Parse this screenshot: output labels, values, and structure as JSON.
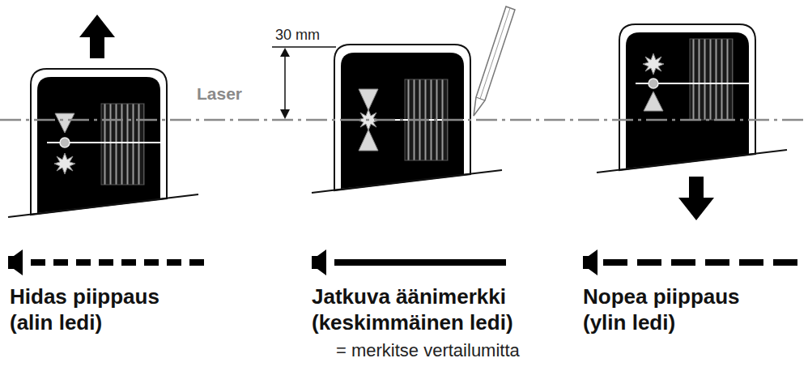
{
  "diagram": {
    "labels": [
      "30 mm",
      "Laser",
      "Hidas piippaus",
      "(alin ledi)",
      "Jatkuva äänimerkki",
      "(keskimmäinen ledi)",
      "= merkitse vertailumitta",
      "Nopea piippaus",
      "(ylin ledi)"
    ]
  }
}
